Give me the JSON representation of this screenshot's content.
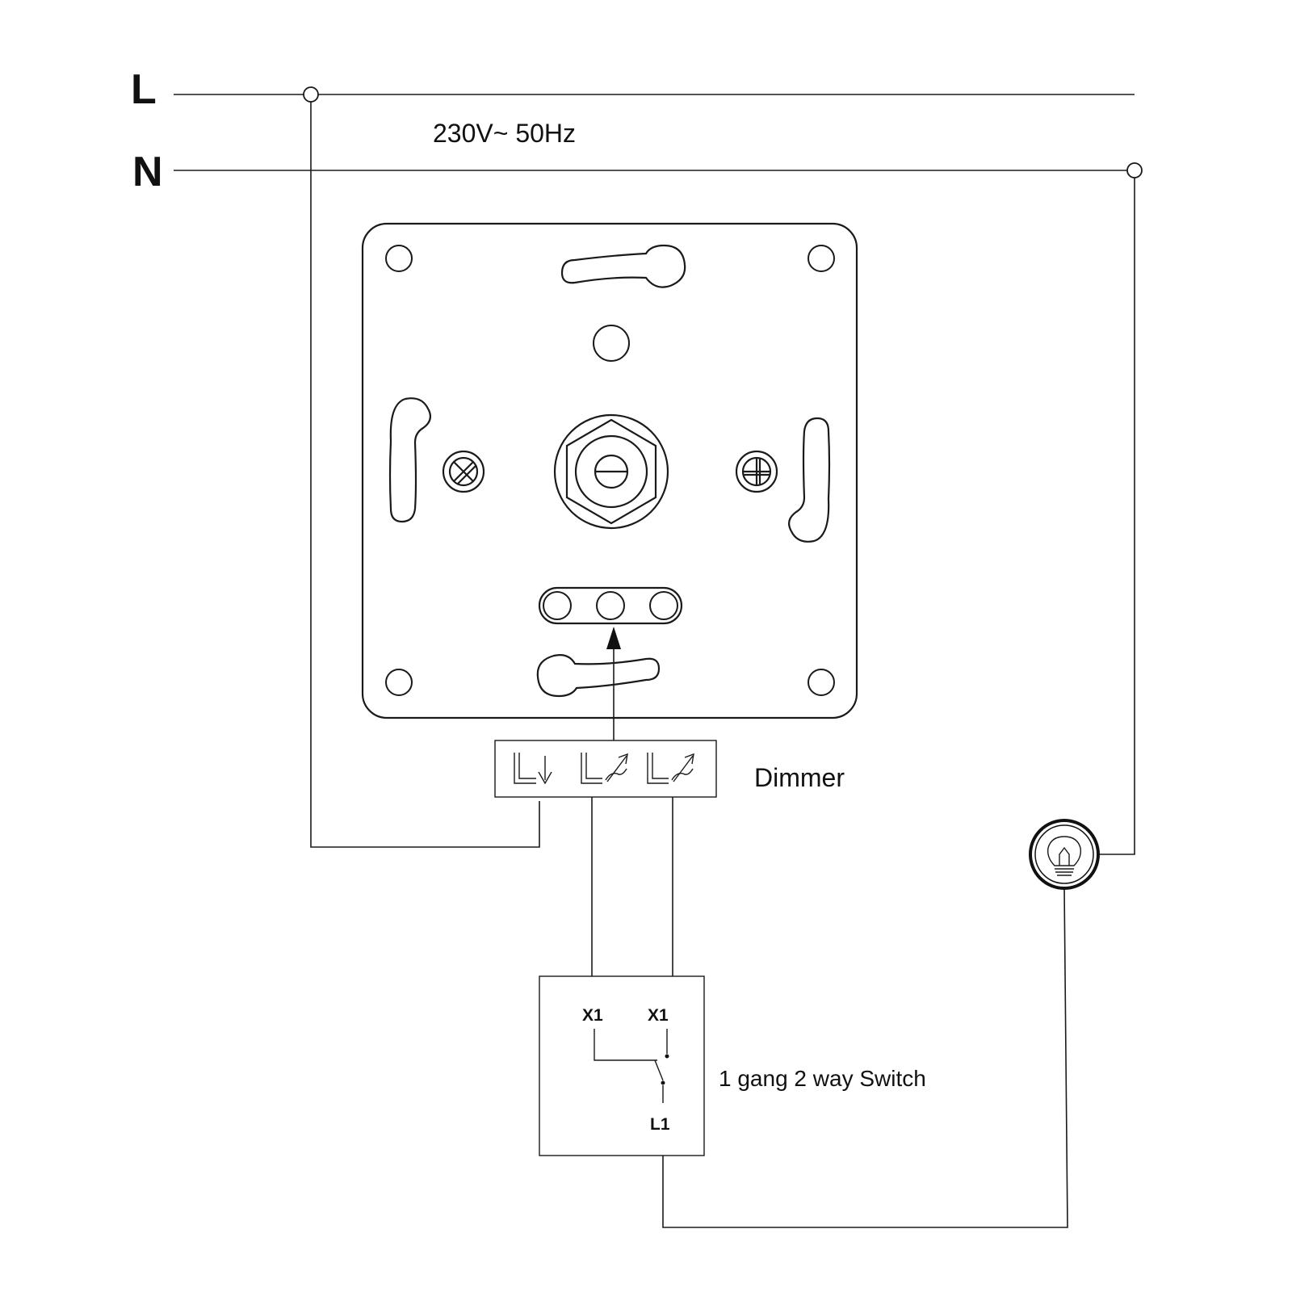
{
  "lines": {
    "phase_label": "L",
    "neutral_label": "N",
    "supply_label": "230V~ 50Hz"
  },
  "dimmer": {
    "label": "Dimmer"
  },
  "switch": {
    "label": "1 gang 2 way Switch",
    "terminal_x1_left": "X1",
    "terminal_x1_right": "X1",
    "terminal_l1": "L1"
  },
  "icons": [
    "dimmer-plate-icon",
    "terminal-block-icon",
    "lamp-icon",
    "switch-contact-icon"
  ]
}
